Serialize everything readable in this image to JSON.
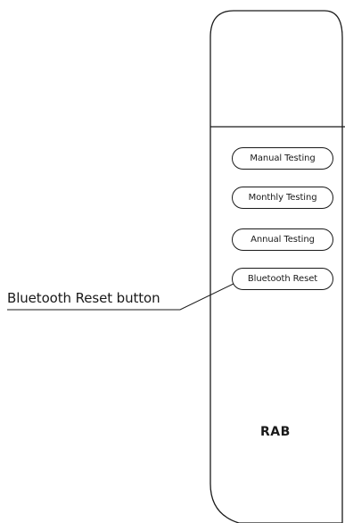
{
  "callout": {
    "label": "Bluetooth Reset button"
  },
  "remote": {
    "buttons": [
      {
        "label": "Manual Testing"
      },
      {
        "label": "Monthly Testing"
      },
      {
        "label": "Annual Testing"
      },
      {
        "label": "Bluetooth Reset"
      }
    ],
    "brand": "RAB"
  },
  "colors": {
    "line": "#1a1a1a",
    "background": "#ffffff"
  }
}
